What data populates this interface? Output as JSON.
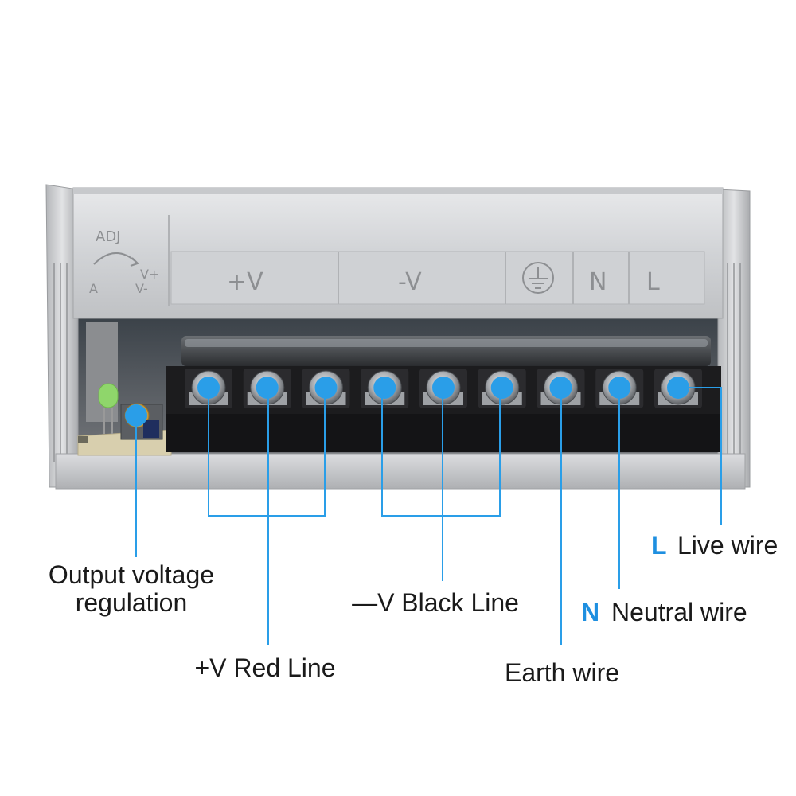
{
  "device": {
    "adj_label": "ADJ",
    "adj_plus": "V+",
    "adj_minus": "V-",
    "adj_left_mark": "A",
    "case_labels": {
      "positive": "+V",
      "negative": "-V",
      "neutral": "N",
      "live": "L"
    },
    "terminal_count": 9
  },
  "callouts": {
    "adjust": {
      "line1": "Output voltage",
      "line2": "regulation"
    },
    "positive": "+V Red Line",
    "negative": "—V Black Line",
    "earth": "Earth wire",
    "neutral_letter": "N",
    "neutral_text": "Neutral wire",
    "live_letter": "L",
    "live_text": "Live wire"
  },
  "colors": {
    "marker": "#2a9ee8",
    "leader_line": "#2a9ee8",
    "letter_accent": "#1e8fe0",
    "case_metal": "#d4d6d8",
    "terminal_block": "#1c1c1e"
  }
}
